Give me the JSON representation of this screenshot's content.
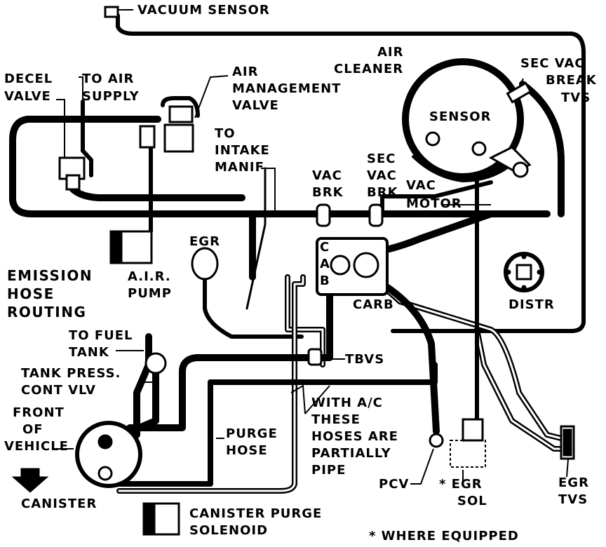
{
  "labels": {
    "vacuum_sensor": "VACUUM SENSOR",
    "air_cleaner": [
      "AIR",
      "CLEANER"
    ],
    "sec_vac_break_tvs": [
      "SEC VAC",
      "BREAK",
      "TVS"
    ],
    "decel_valve": [
      "DECEL",
      "VALVE"
    ],
    "to_air_supply": [
      "TO AIR",
      "SUPPLY"
    ],
    "air_management_valve": [
      "AIR",
      "MANAGEMENT",
      "VALVE"
    ],
    "sensor": "SENSOR",
    "to_intake_manif": [
      "TO",
      "INTAKE",
      "MANIF"
    ],
    "vac_brk": [
      "VAC",
      "BRK"
    ],
    "sec_vac_brk": [
      "SEC",
      "VAC",
      "BRK"
    ],
    "vac_motor": [
      "VAC",
      "MOTOR"
    ],
    "egr": "EGR",
    "carb_ports": [
      "C",
      "A",
      "B"
    ],
    "carb": "CARB",
    "air_pump": [
      "A.I.R.",
      "PUMP"
    ],
    "title": [
      "EMISSION",
      "HOSE",
      "ROUTING"
    ],
    "distr": "DISTR",
    "to_fuel_tank": [
      "TO FUEL",
      "TANK"
    ],
    "tbvs": "TBVS",
    "tank_press_cont_vlv": [
      "TANK PRESS.",
      "CONT VLV"
    ],
    "with_ac_note": [
      "WITH A/C",
      "THESE",
      "HOSES ARE",
      "PARTIALLY",
      "PIPE"
    ],
    "front_of_vehicle": [
      "FRONT",
      "OF",
      "VEHICLE"
    ],
    "purge_hose": [
      "PURGE",
      "HOSE"
    ],
    "pcv": "PCV",
    "egr_sol": [
      "* EGR",
      "SOL"
    ],
    "egr_tvs": [
      "EGR",
      "TVS"
    ],
    "canister": "CANISTER",
    "canister_purge_solenoid": [
      "CANISTER PURGE",
      "SOLENOID"
    ],
    "where_equipped": "* WHERE EQUIPPED"
  }
}
